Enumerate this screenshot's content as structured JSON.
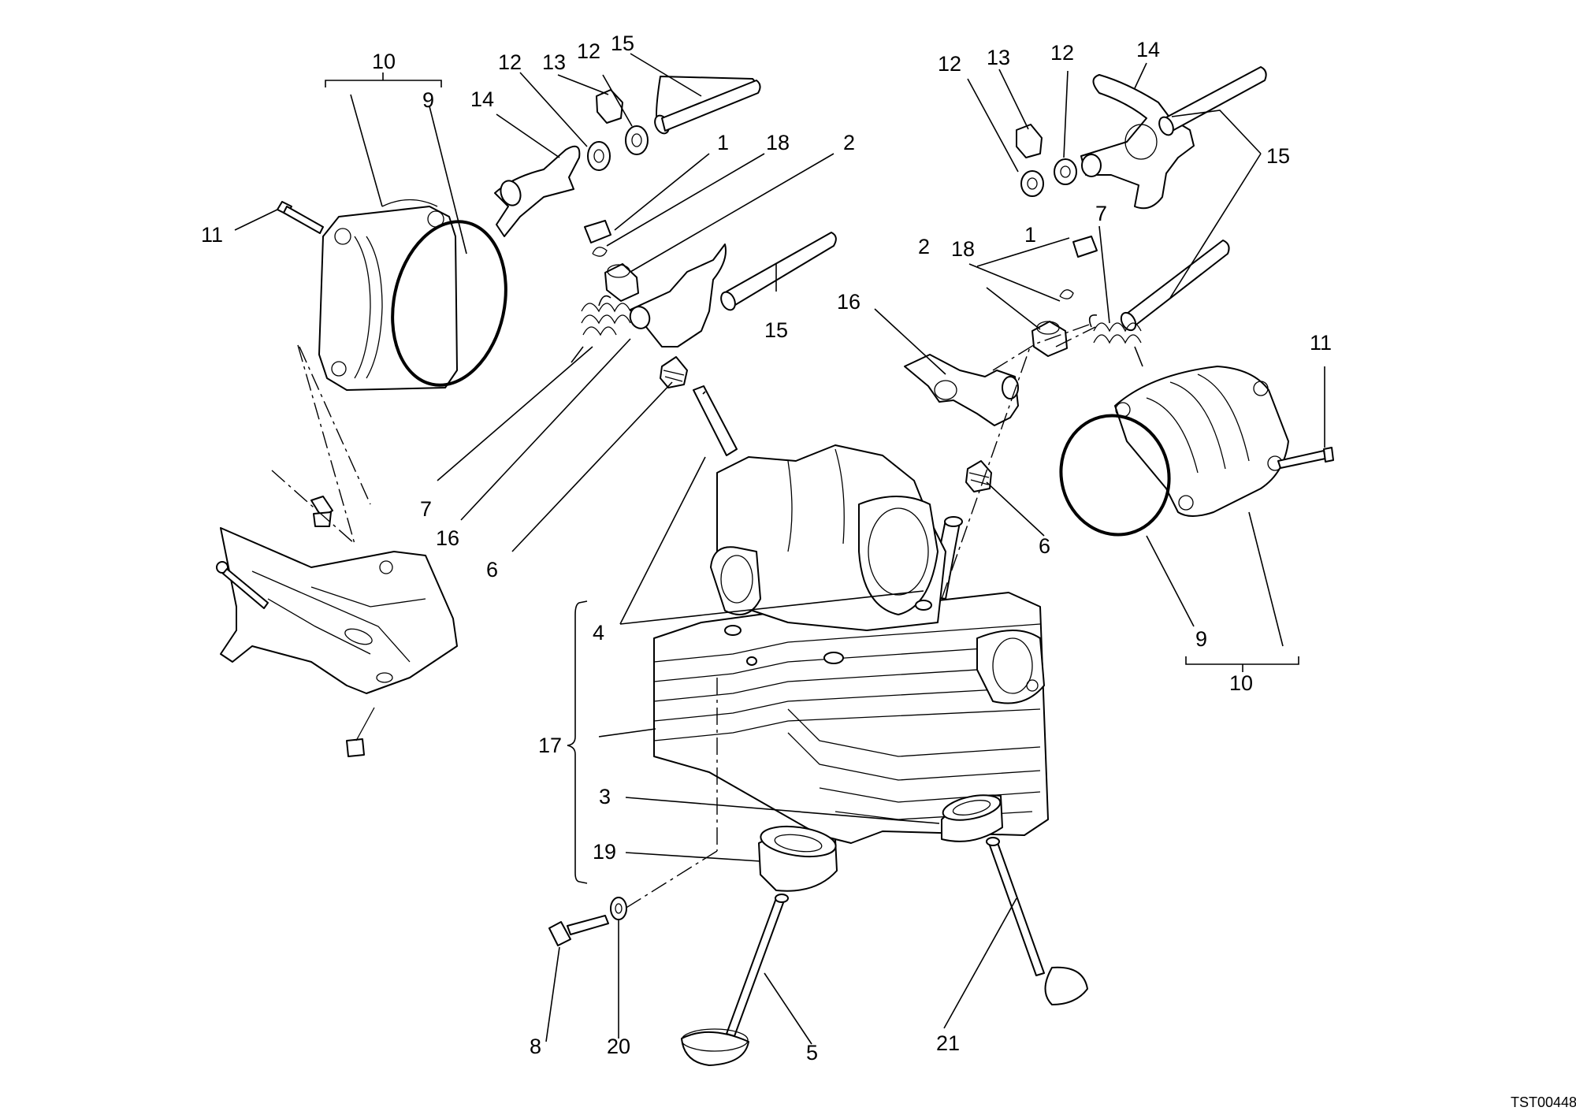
{
  "drawing_code": "TST00448",
  "callouts": {
    "left_cover_bracket": "10",
    "left_cover_oring": "9",
    "left_cover_screw": "11",
    "l_shim_a": "12",
    "l_cotter": "13",
    "l_shim_b": "12",
    "l_shaft_top": "15",
    "l_rocker_upper": "14",
    "l_pin": "1",
    "l_circlip": "18",
    "l_cap": "2",
    "l_shaft_lower": "15",
    "l_spring": "7",
    "l_rocker_lower": "16",
    "l_guide": "6",
    "r_shim_a": "12",
    "r_cotter": "13",
    "r_shim_b": "12",
    "r_rocker_upper": "14",
    "r_shaft": "15",
    "r_spring": "7",
    "r_pin": "1",
    "r_circlip": "18",
    "r_cap": "2",
    "r_rocker_lower": "16",
    "r_cover_screw": "11",
    "r_guide": "6",
    "r_cover_oring": "9",
    "right_cover_bracket": "10",
    "seats": "4",
    "head": "17",
    "seal_right": "3",
    "seal_left": "19",
    "bolt": "8",
    "washer": "20",
    "valve_intake": "5",
    "valve_exhaust": "21"
  }
}
